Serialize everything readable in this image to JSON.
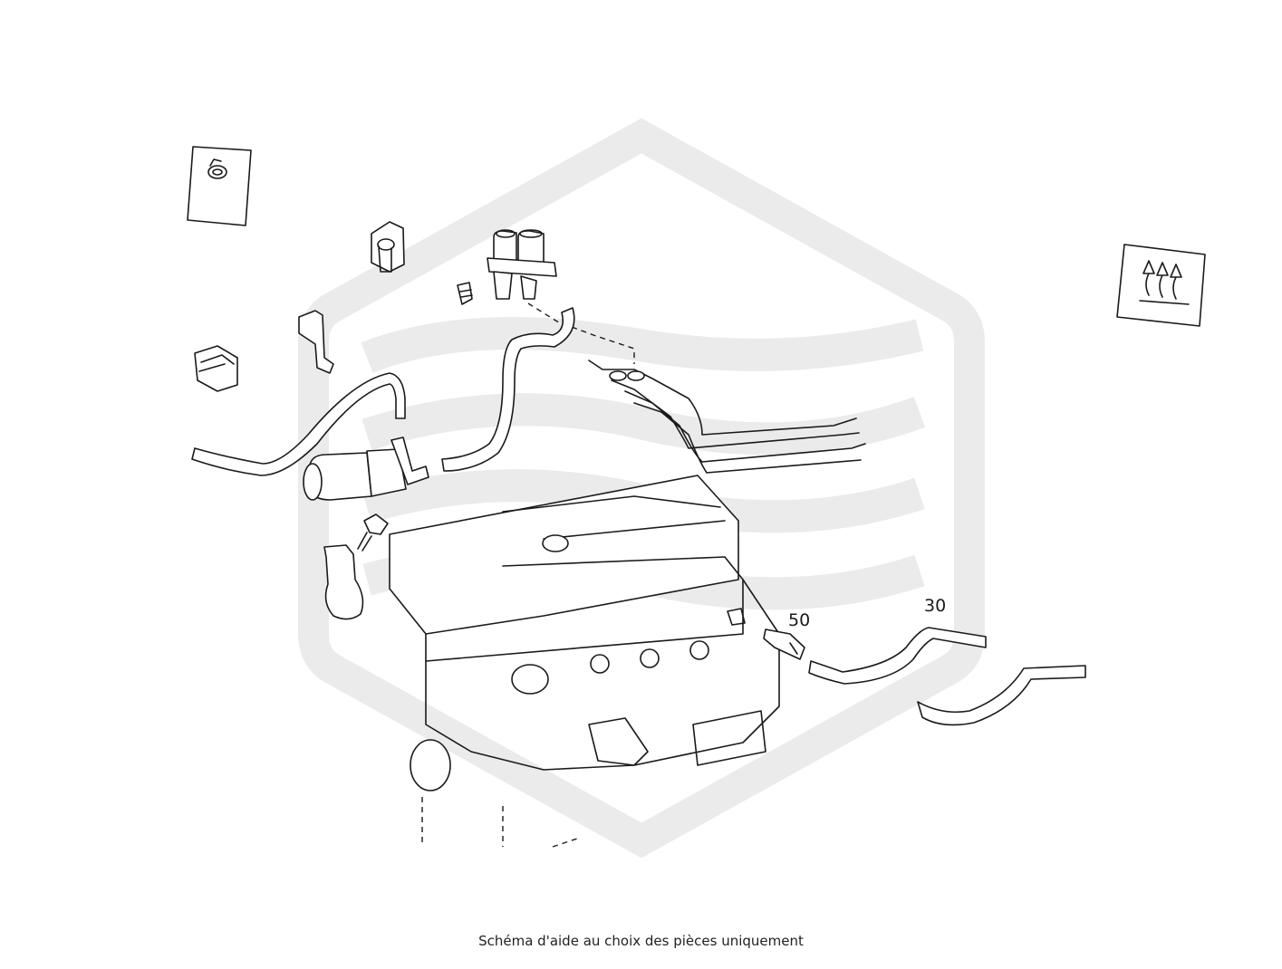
{
  "diagram": {
    "callouts": [
      {
        "id": "30",
        "label": "30"
      },
      {
        "id": "50",
        "label": "50"
      }
    ],
    "caption": "Schéma d'aide au choix des pièces uniquement",
    "colors": {
      "line": "#1a1a1a",
      "watermark": "#ebebeb",
      "background": "#ffffff"
    },
    "icons": [
      "clamp-note-icon",
      "heat-resistant-icon"
    ]
  }
}
